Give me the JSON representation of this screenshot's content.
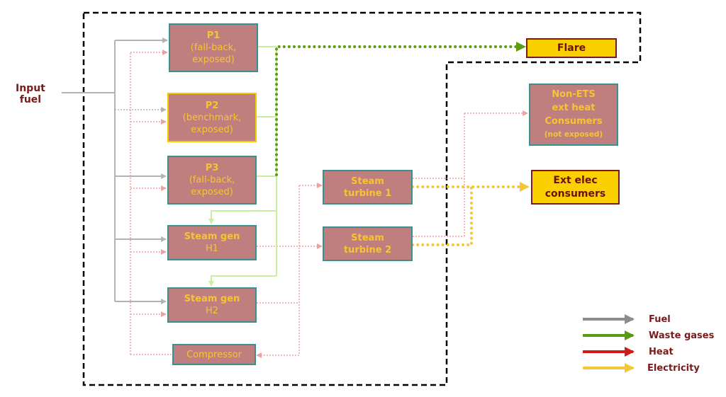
{
  "input_fuel": {
    "line1": "Input",
    "line2": "fuel"
  },
  "nodes": {
    "p1": {
      "title": "P1",
      "line1": "(fall-back,",
      "line2": "exposed)"
    },
    "p2": {
      "title": "P2",
      "line1": "(benchmark,",
      "line2": "exposed)"
    },
    "p3": {
      "title": "P3",
      "line1": "(fall-back,",
      "line2": "exposed)"
    },
    "sg_h1": {
      "title": "Steam gen",
      "line1": "H1"
    },
    "sg_h2": {
      "title": "Steam gen",
      "line1": "H2"
    },
    "compressor": {
      "title": "Compressor"
    },
    "st1": {
      "line1": "Steam",
      "line2": "turbine 1"
    },
    "st2": {
      "line1": "Steam",
      "line2": "turbine 2"
    },
    "flare": {
      "title": "Flare"
    },
    "non_ets": {
      "line1": "Non-ETS",
      "line2": "ext heat",
      "line3": "Consumers",
      "line4": "(not exposed)"
    },
    "ext_elec": {
      "line1": "Ext elec",
      "line2": "consumers"
    }
  },
  "legend": [
    {
      "label": "Fuel",
      "color": "#8c8c8c"
    },
    {
      "label": "Waste gases",
      "color": "#5a9a10"
    },
    {
      "label": "Heat",
      "color": "#d21a1a"
    },
    {
      "label": "Electricity",
      "color": "#f2c73a"
    }
  ],
  "colors": {
    "fuel": "#b3b3b3",
    "waste": "#c8ee9e",
    "waste_dotted": "#5e9c12",
    "heat": "#f0a0a0",
    "electricity": "#f2c73a",
    "box_fill": "#bf7f7f",
    "box_border": "#3a8f8f",
    "box_text": "#f7c431",
    "highlight_fill": "#fbd000"
  }
}
